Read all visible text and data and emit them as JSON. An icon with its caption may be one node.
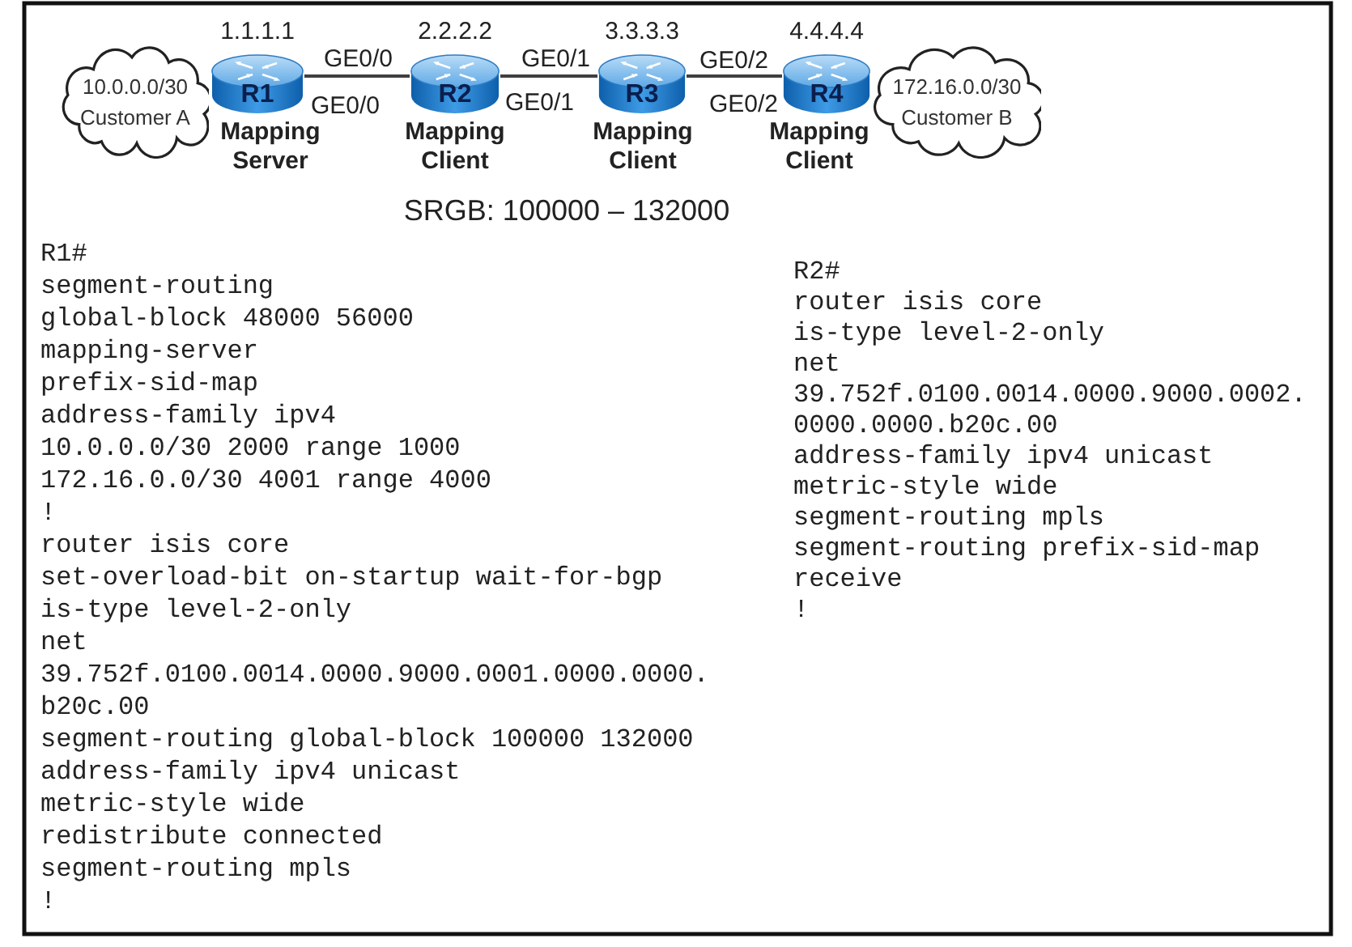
{
  "diagram": {
    "nodes": [
      {
        "text": [
          "10.0.0.0/30",
          "Customer A"
        ]
      },
      {
        "text": [
          "R1"
        ],
        "beside": [
          "1.1.1.1",
          "Mapping Server"
        ]
      },
      {
        "text": [
          "R2"
        ],
        "beside": [
          "2.2.2.2",
          "Mapping Client"
        ]
      },
      {
        "text": [
          "R3"
        ],
        "beside": [
          "3.3.3.3",
          "Mapping Client"
        ]
      },
      {
        "text": [
          "R4"
        ],
        "beside": [
          "4.4.4.4",
          "Mapping Client"
        ]
      },
      {
        "text": [
          "172.16.0.0/30",
          "Customer B"
        ]
      }
    ],
    "edges": [
      {
        "from": 1,
        "to": 2,
        "arrow": "none"
      },
      {
        "from": 2,
        "to": 3,
        "arrow": "none"
      },
      {
        "from": 3,
        "to": 4,
        "arrow": "none"
      }
    ],
    "labels": [
      "GE0/0",
      "GE0/0",
      "GE0/1",
      "GE0/1",
      "GE0/2",
      "GE0/2",
      "SRGB: 100000 – 132000",
      "R1#",
      "segment-routing",
      "global-block 48000 56000",
      "mapping-server",
      "prefix-sid-map",
      "address-family ipv4",
      "10.0.0.0/30 2000 range 1000",
      "172.16.0.0/30 4001 range 4000",
      "!",
      "router isis core",
      "set-overload-bit on-startup wait-for-bgp",
      "is-type level-2-only",
      "net",
      "39.752f.0100.0014.0000.9000.0001.0000.0000.",
      "b20c.00",
      "segment-routing global-block 100000 132000",
      "address-family ipv4 unicast",
      "metric-style wide",
      "redistribute connected",
      "segment-routing mpls",
      "!",
      "R2#",
      "router isis core",
      "is-type level-2-only",
      "net",
      "39.752f.0100.0014.0000.9000.0002.",
      "0000.0000.b20c.00",
      "address-family ipv4 unicast",
      "metric-style wide",
      "segment-routing mpls",
      "segment-routing prefix-sid-map",
      "receive",
      "!"
    ]
  }
}
